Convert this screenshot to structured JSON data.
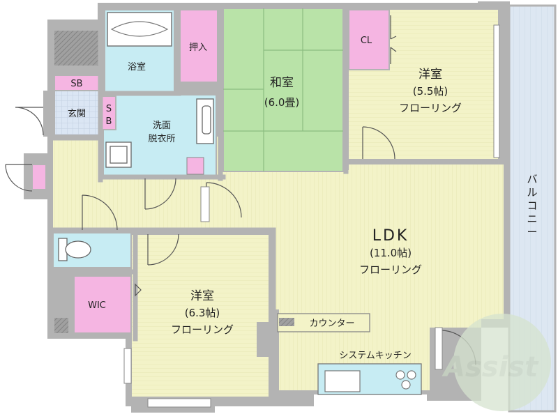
{
  "rooms": {
    "bath": "浴室",
    "oshiire": "押入",
    "washitsu": {
      "name": "和室",
      "size": "(6.0畳)"
    },
    "cl": "CL",
    "youshitsu_ne": {
      "name": "洋室",
      "size": "(5.5帖)",
      "floor": "フローリング"
    },
    "sb_top": "SB",
    "genkan": "玄関",
    "sb_side": [
      "S",
      "B"
    ],
    "senmen": [
      "洗面",
      "脱衣所"
    ],
    "ldk": {
      "name": "LDK",
      "size": "(11.0帖)",
      "floor": "フローリング"
    },
    "balcony": [
      "バ",
      "ル",
      "コ",
      "ニ",
      "ー"
    ],
    "wic": "WIC",
    "youshitsu_sw": {
      "name": "洋室",
      "size": "(6.3帖)",
      "floor": "フローリング"
    },
    "counter": "カウンター",
    "kitchen": "システムキッチン"
  },
  "logo": "Assist",
  "colors": {
    "wall": "#b3b3b3",
    "floor": "#f2f2c6",
    "tatami": "#b9e3a8",
    "storage": "#f5b5e2",
    "wet": "#c7ecf3",
    "balcony": "#dde7f2",
    "genkan": "#dbe6f4"
  }
}
